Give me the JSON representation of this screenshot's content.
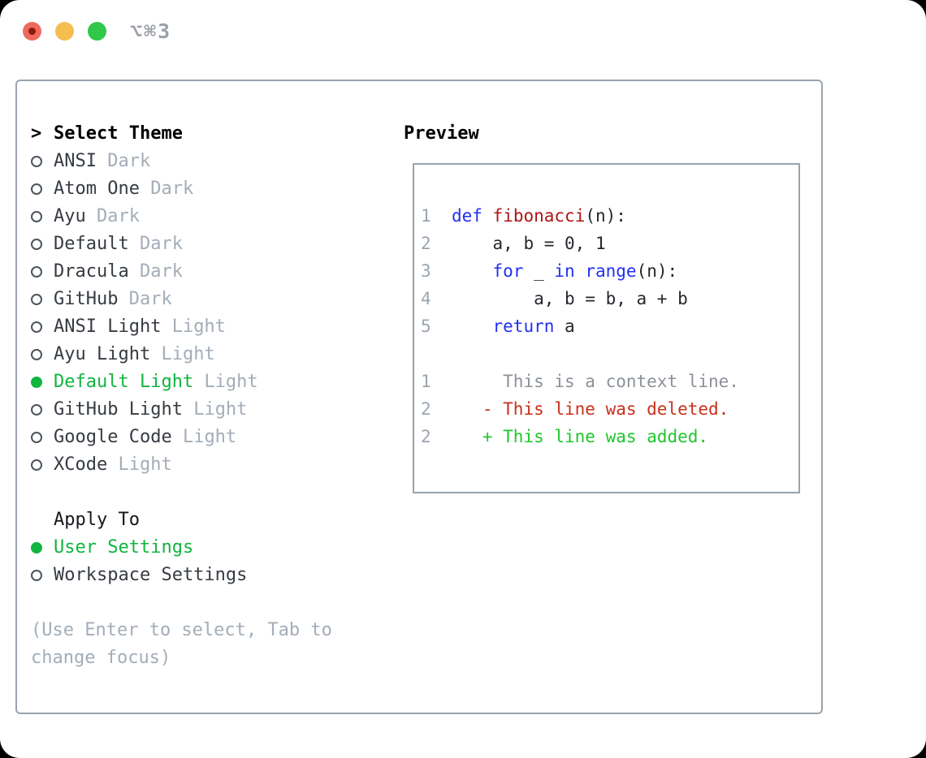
{
  "window": {
    "title": "⌥⌘3",
    "traffic_lights": [
      {
        "name": "close",
        "color": "#ee6a5e"
      },
      {
        "name": "minimize",
        "color": "#f6bd4f"
      },
      {
        "name": "zoom",
        "color": "#31c748"
      }
    ]
  },
  "colors": {
    "ui_green": "#11b53f",
    "diff_add_green": "#1ec72c",
    "diff_del_red": "#c8311c",
    "keyword_blue": "#2230f0",
    "function_red": "#b01414",
    "muted_gray": "#a3adb8",
    "gutter_gray": "#9aa5b1",
    "context_gray": "#8c9199",
    "border_gray": "#9aa3ae",
    "traffic_red": "#ee6a5e",
    "traffic_yellow": "#f6bd4f",
    "traffic_green": "#31c748"
  },
  "theme_select": {
    "header_marker": ">",
    "header": "Select Theme",
    "items": [
      {
        "name": "ANSI",
        "variant": "Dark",
        "selected": false
      },
      {
        "name": "Atom One",
        "variant": "Dark",
        "selected": false
      },
      {
        "name": "Ayu",
        "variant": "Dark",
        "selected": false
      },
      {
        "name": "Default",
        "variant": "Dark",
        "selected": false
      },
      {
        "name": "Dracula",
        "variant": "Dark",
        "selected": false
      },
      {
        "name": "GitHub",
        "variant": "Dark",
        "selected": false
      },
      {
        "name": "ANSI Light",
        "variant": "Light",
        "selected": false
      },
      {
        "name": "Ayu Light",
        "variant": "Light",
        "selected": false
      },
      {
        "name": "Default Light",
        "variant": "Light",
        "selected": true
      },
      {
        "name": "GitHub Light",
        "variant": "Light",
        "selected": false
      },
      {
        "name": "Google Code",
        "variant": "Light",
        "selected": false
      },
      {
        "name": "XCode",
        "variant": "Light",
        "selected": false
      }
    ]
  },
  "apply_to": {
    "header": "Apply To",
    "options": [
      {
        "label": "User Settings",
        "selected": true
      },
      {
        "label": "Workspace Settings",
        "selected": false
      }
    ]
  },
  "hint": {
    "line1": "(Use Enter to select, Tab to",
    "line2": "change focus)"
  },
  "preview": {
    "header": "Preview",
    "lines": [
      [
        [
          "ln",
          "1"
        ],
        [
          "pl",
          "  "
        ],
        [
          "kw",
          "def"
        ],
        [
          "pl",
          " "
        ],
        [
          "fn",
          "fibonacci"
        ],
        [
          "pl",
          "(n):"
        ]
      ],
      [
        [
          "ln",
          "2"
        ],
        [
          "pl",
          "      a, b = 0, 1"
        ]
      ],
      [
        [
          "ln",
          "3"
        ],
        [
          "pl",
          "      "
        ],
        [
          "kw",
          "for"
        ],
        [
          "pl",
          " _ "
        ],
        [
          "kw",
          "in"
        ],
        [
          "pl",
          " "
        ],
        [
          "kw",
          "range"
        ],
        [
          "pl",
          "(n):"
        ]
      ],
      [
        [
          "ln",
          "4"
        ],
        [
          "pl",
          "          a, b = b, a + b"
        ]
      ],
      [
        [
          "ln",
          "5"
        ],
        [
          "pl",
          "      "
        ],
        [
          "kw",
          "return"
        ],
        [
          "pl",
          " a"
        ]
      ],
      [],
      [
        [
          "ln",
          "1"
        ],
        [
          "ctx",
          "       This is a context line."
        ]
      ],
      [
        [
          "ln",
          "2"
        ],
        [
          "del",
          "     - This line was deleted."
        ]
      ],
      [
        [
          "ln",
          "2"
        ],
        [
          "add",
          "     + This line was added."
        ]
      ]
    ]
  }
}
